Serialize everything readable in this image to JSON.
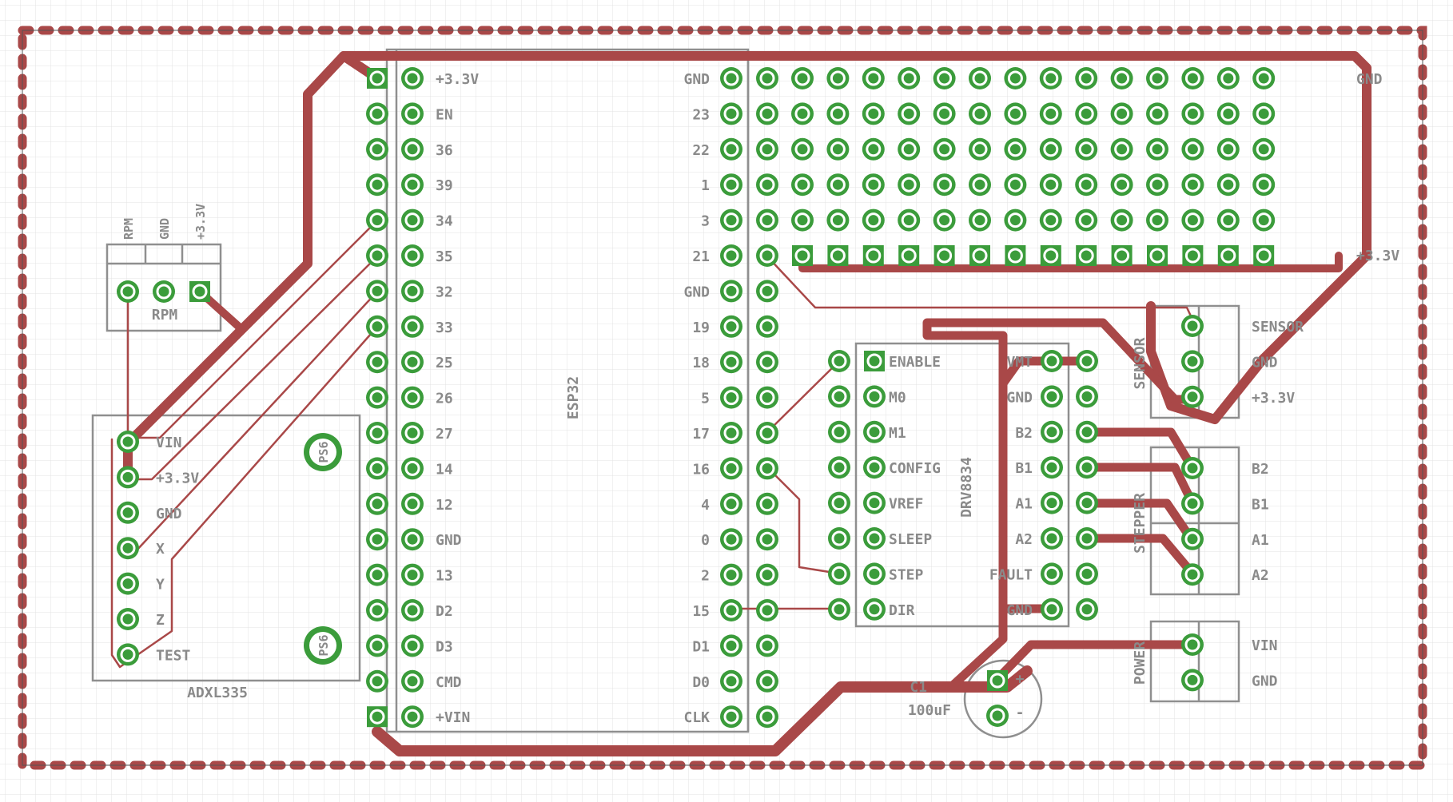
{
  "esp32": {
    "name": "ESP32",
    "left_pins": [
      "+3.3V",
      "EN",
      "36",
      "39",
      "34",
      "35",
      "32",
      "33",
      "25",
      "26",
      "27",
      "14",
      "12",
      "GND",
      "13",
      "D2",
      "D3",
      "CMD",
      "+VIN"
    ],
    "right_pins": [
      "GND",
      "23",
      "22",
      "1",
      "3",
      "21",
      "GND",
      "19",
      "18",
      "5",
      "17",
      "16",
      "4",
      "0",
      "2",
      "15",
      "D1",
      "D0",
      "CLK"
    ]
  },
  "proto_labels": {
    "top": "GND",
    "bottom": "+3.3V"
  },
  "rpm": {
    "name": "RPM",
    "pins": [
      "RPM",
      "GND",
      "+3.3V"
    ]
  },
  "adxl": {
    "name": "ADXL335",
    "pins": [
      "VIN",
      "+3.3V",
      "GND",
      "X",
      "Y",
      "Z",
      "TEST"
    ],
    "holes": [
      "PS6",
      "PS6"
    ]
  },
  "drv": {
    "name": "DRV8834",
    "left_pins": [
      "ENABLE",
      "M0",
      "M1",
      "CONFIG",
      "VREF",
      "SLEEP",
      "STEP",
      "DIR"
    ],
    "right_pins": [
      "VMT",
      "GND",
      "B2",
      "B1",
      "A1",
      "A2",
      "FAULT",
      "GND"
    ]
  },
  "sensor": {
    "name": "SENSOR",
    "pins": [
      "SENSOR",
      "GND",
      "+3.3V"
    ]
  },
  "stepper": {
    "name": "STEPPER",
    "pins": [
      "B2",
      "B1",
      "A1",
      "A2"
    ]
  },
  "power": {
    "name": "POWER",
    "pins": [
      "VIN",
      "GND"
    ]
  },
  "cap": {
    "ref": "C1",
    "value": "100uF",
    "polarity": [
      "+",
      "-"
    ]
  },
  "colors": {
    "trace": "#a94848",
    "pad": "#3b9c3b",
    "silk": "#8f8f8f",
    "grid": "#e6e6e6"
  }
}
